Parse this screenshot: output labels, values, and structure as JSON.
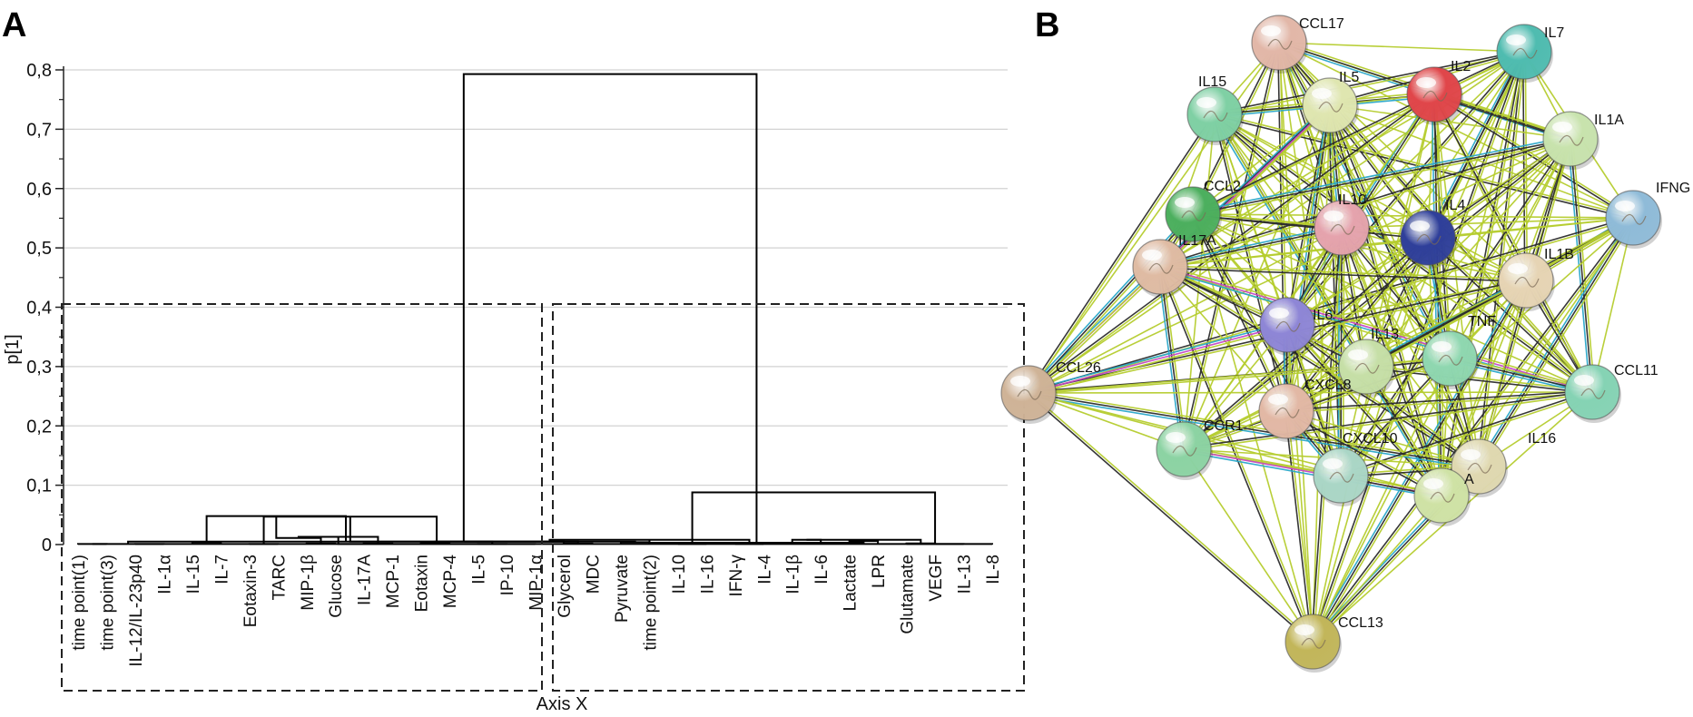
{
  "panels": {
    "a": "A",
    "b": "B"
  },
  "chart_data": [
    {
      "type": "dendrogram",
      "ylabel": "p[1]",
      "xlabel": "Axis X",
      "ylim": [
        0,
        0.8
      ],
      "yticks": [
        "0",
        "0,1",
        "0,2",
        "0,3",
        "0,4",
        "0,5",
        "0,6",
        "0,7",
        "0,8"
      ],
      "gridlines": true,
      "leaves": [
        "time point(1)",
        "time point(3)",
        "IL-12/IL-23p40",
        "IL-1α",
        "IL-15",
        "IL-7",
        "Eotaxin-3",
        "TARC",
        "MIP-1β",
        "Glucose",
        "IL-17A",
        "MCP-1",
        "Eotaxin",
        "MCP-4",
        "IL-5",
        "IP-10",
        "MIP-1α",
        "Glycerol",
        "MDC",
        "Pyruvate",
        "time point(2)",
        "IL-10",
        "IL-16",
        "IFN-γ",
        "IL-4",
        "IL-1β",
        "IL-6",
        "Lactate",
        "LPR",
        "Glutamate",
        "VEGF",
        "IL-13",
        "IL-8"
      ],
      "merges": [
        [
          0,
          1,
          0.001
        ],
        [
          32,
          2,
          0.001
        ],
        [
          33,
          3,
          0.001
        ],
        [
          4,
          5,
          0.004
        ],
        [
          34,
          35,
          0.005
        ],
        [
          6,
          7,
          0.001
        ],
        [
          36,
          37,
          0.048
        ],
        [
          8,
          9,
          0.002
        ],
        [
          10,
          11,
          0.002
        ],
        [
          39,
          40,
          0.011
        ],
        [
          12,
          13,
          0.003
        ],
        [
          41,
          42,
          0.013
        ],
        [
          14,
          15,
          0.001
        ],
        [
          44,
          16,
          0.001
        ],
        [
          43,
          45,
          0.005
        ],
        [
          38,
          46,
          0.047
        ],
        [
          17,
          18,
          0.002
        ],
        [
          19,
          20,
          0.004
        ],
        [
          48,
          49,
          0.005
        ],
        [
          21,
          22,
          0.001
        ],
        [
          50,
          51,
          0.005
        ],
        [
          23,
          24,
          0.001
        ],
        [
          25,
          26,
          0.008
        ],
        [
          53,
          54,
          0.008
        ],
        [
          27,
          28,
          0.006
        ],
        [
          29,
          30,
          0.002
        ],
        [
          31,
          29,
          0.001
        ],
        [
          56,
          57,
          0.003
        ],
        [
          55,
          58,
          0.008
        ],
        [
          52,
          59,
          0.088
        ],
        [
          47,
          60,
          0.793
        ]
      ]
    },
    {
      "type": "network",
      "nodes": [
        {
          "label": "CCL17",
          "color": "#e2b7a8"
        },
        {
          "label": "IL7",
          "color": "#4fbcb0"
        },
        {
          "label": "IL15",
          "color": "#7fd0a4"
        },
        {
          "label": "IL5",
          "color": "#dfe6b0"
        },
        {
          "label": "IL2",
          "color": "#e0464a"
        },
        {
          "label": "IL1A",
          "color": "#c8e3ad"
        },
        {
          "label": "IFNG",
          "color": "#8fbbd8"
        },
        {
          "label": "CCL2",
          "color": "#4caf5e"
        },
        {
          "label": "IL10",
          "color": "#e5a3ad"
        },
        {
          "label": "IL4",
          "color": "#2f3f9a"
        },
        {
          "label": "IL17A",
          "color": "#dfbba3"
        },
        {
          "label": "IL1B",
          "color": "#e6d4b4"
        },
        {
          "label": "IL6",
          "color": "#8e86d6"
        },
        {
          "label": "IL13",
          "color": "#c6dfa7"
        },
        {
          "label": "TNF",
          "color": "#8fd7b0"
        },
        {
          "label": "CCL26",
          "color": "#cfb397"
        },
        {
          "label": "CCL11",
          "color": "#85d3b4"
        },
        {
          "label": "CXCL8",
          "color": "#e2b8a5"
        },
        {
          "label": "CCR1",
          "color": "#8cd3a3"
        },
        {
          "label": "CXCL10",
          "color": "#aad6c6"
        },
        {
          "label": "IL16",
          "color": "#dfd8b0"
        },
        {
          "label": "A",
          "color": "#cfe2a5"
        },
        {
          "label": "CCL13",
          "color": "#c2b65a"
        }
      ],
      "edge_colors": [
        "#b5cc2e",
        "#2b2b2b",
        "#29a7c9",
        "#c545c4"
      ]
    }
  ]
}
